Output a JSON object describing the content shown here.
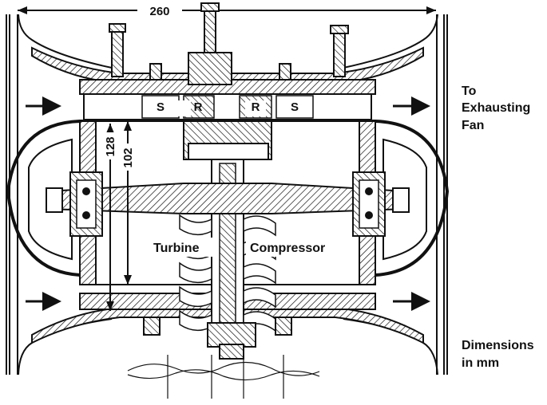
{
  "dimensions": {
    "overall_width": "260",
    "outer_height": "128",
    "inner_height": "102"
  },
  "stage_labels": [
    "S",
    "R",
    "R",
    "S"
  ],
  "labels": {
    "turbine": "Turbine",
    "compressor": "Compressor",
    "exhaust": [
      "To",
      "Exhausting",
      "Fan"
    ],
    "units": [
      "Dimensions",
      "in mm"
    ]
  },
  "flow_direction": "left-to-right",
  "colors": {
    "line": "#111111",
    "background": "#ffffff"
  }
}
